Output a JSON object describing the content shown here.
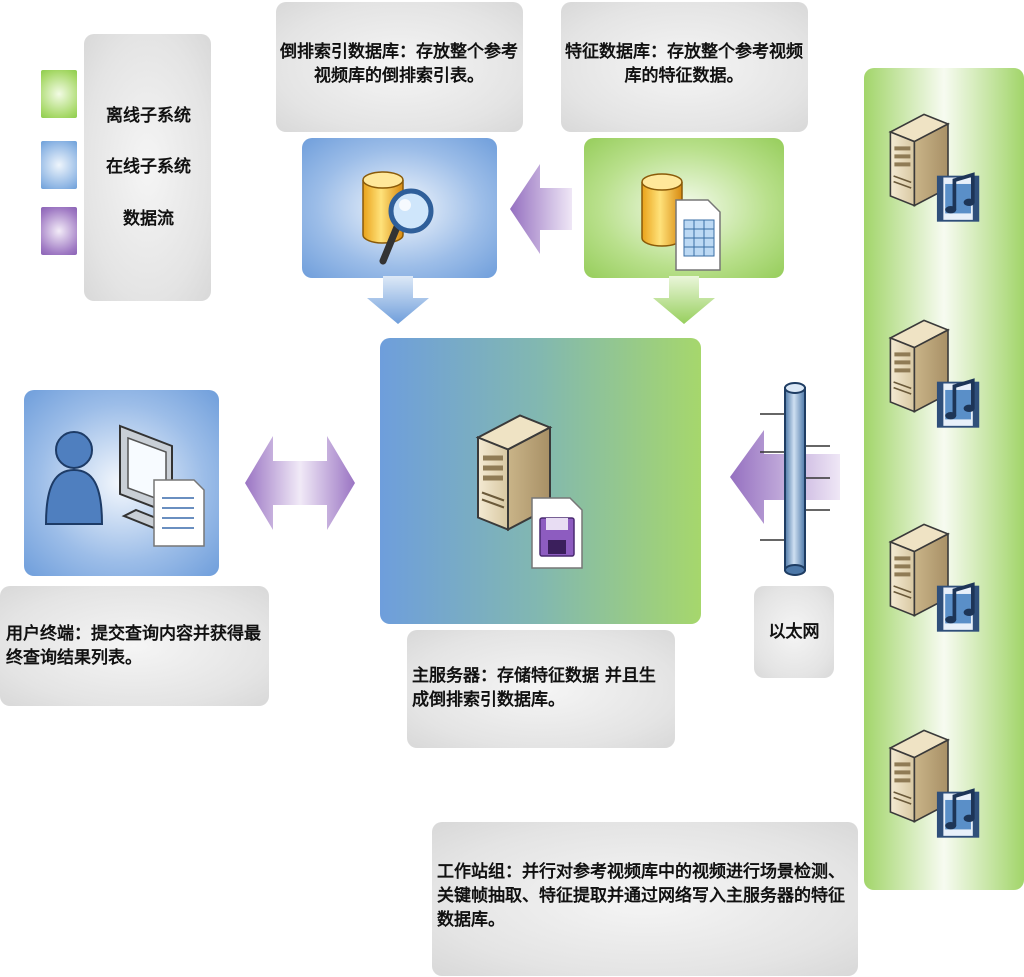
{
  "legend": {
    "items": [
      {
        "label": "离线子系统",
        "color": "#9ed46a"
      },
      {
        "label": "在线子系统",
        "color": "#7ea9e0"
      },
      {
        "label": "数据流",
        "color": "#9670c0"
      }
    ]
  },
  "inverted_index_db": {
    "text": "倒排索引数据库：存放整个参考视频库的倒排索引表。"
  },
  "feature_db": {
    "text": "特征数据库：存放整个参考视频库的特征数据。"
  },
  "user_terminal": {
    "text": "用户终端：提交查询内容并获得最终查询结果列表。"
  },
  "main_server": {
    "text": "主服务器：存储特征数据 并且生成倒排索引数据库。"
  },
  "ethernet": {
    "label": "以太网"
  },
  "workstation_group": {
    "text": "工作站组：并行对参考视频库中的视频进行场景检测、关键帧抽取、特征提取并通过网络写入主服务器的特征数据库。"
  },
  "colors": {
    "offline_green": "#9ed46a",
    "online_blue": "#7ea9e0",
    "dataflow_purple": "#9670c0"
  },
  "icons": [
    "database-search-icon",
    "database-table-icon",
    "user-computer-icon",
    "server-disk-icon",
    "ethernet-bus-icon",
    "server-media-icon"
  ]
}
